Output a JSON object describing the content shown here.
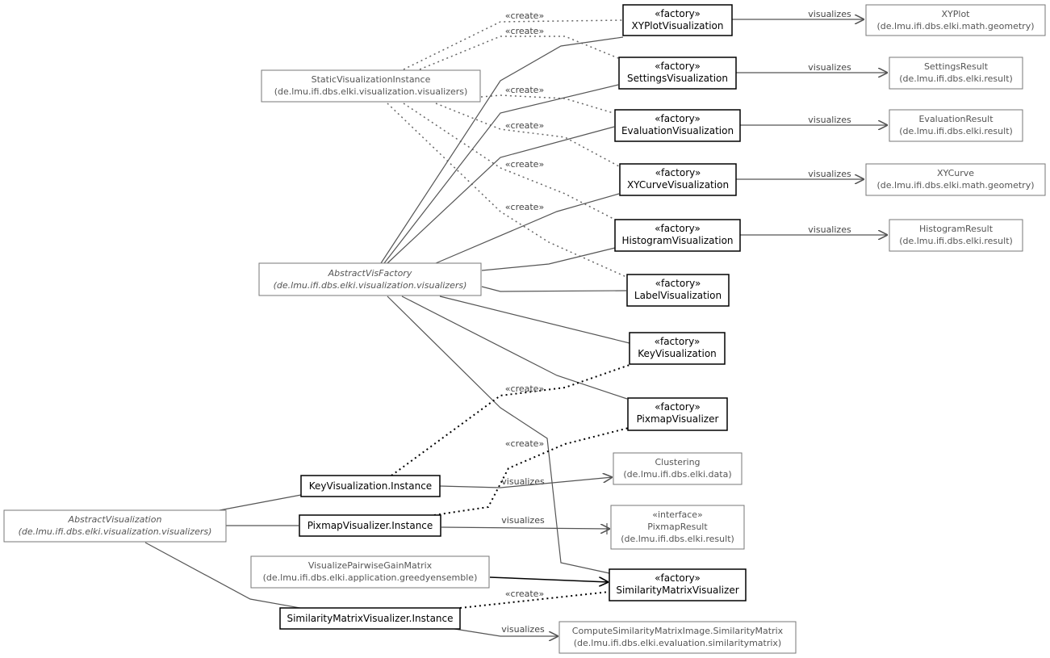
{
  "nodes": {
    "xyplot_vis": {
      "stereotype": "«factory»",
      "name": "XYPlotVisualization"
    },
    "xyplot": {
      "name": "XYPlot",
      "package": "(de.lmu.ifi.dbs.elki.math.geometry)"
    },
    "static_vis": {
      "name": "StaticVisualizationInstance",
      "package": "(de.lmu.ifi.dbs.elki.visualization.visualizers)"
    },
    "settings_vis": {
      "stereotype": "«factory»",
      "name": "SettingsVisualization"
    },
    "settings_result": {
      "name": "SettingsResult",
      "package": "(de.lmu.ifi.dbs.elki.result)"
    },
    "eval_vis": {
      "stereotype": "«factory»",
      "name": "EvaluationVisualization"
    },
    "eval_result": {
      "name": "EvaluationResult",
      "package": "(de.lmu.ifi.dbs.elki.result)"
    },
    "xycurve_vis": {
      "stereotype": "«factory»",
      "name": "XYCurveVisualization"
    },
    "xycurve": {
      "name": "XYCurve",
      "package": "(de.lmu.ifi.dbs.elki.math.geometry)"
    },
    "hist_vis": {
      "stereotype": "«factory»",
      "name": "HistogramVisualization"
    },
    "hist_result": {
      "name": "HistogramResult",
      "package": "(de.lmu.ifi.dbs.elki.result)"
    },
    "abstract_vis_factory": {
      "name": "AbstractVisFactory",
      "package": "(de.lmu.ifi.dbs.elki.visualization.visualizers)"
    },
    "label_vis": {
      "stereotype": "«factory»",
      "name": "LabelVisualization"
    },
    "key_vis": {
      "stereotype": "«factory»",
      "name": "KeyVisualization"
    },
    "pixmap_vis": {
      "stereotype": "«factory»",
      "name": "PixmapVisualizer"
    },
    "clustering": {
      "name": "Clustering",
      "package": "(de.lmu.ifi.dbs.elki.data)"
    },
    "key_inst": {
      "name": "KeyVisualization.Instance"
    },
    "abstract_vis": {
      "name": "AbstractVisualization",
      "package": "(de.lmu.ifi.dbs.elki.visualization.visualizers)"
    },
    "pixmap_inst": {
      "name": "PixmapVisualizer.Instance"
    },
    "pixmap_result": {
      "stereotype": "«interface»",
      "name": "PixmapResult",
      "package": "(de.lmu.ifi.dbs.elki.result)"
    },
    "vpgm": {
      "name": "VisualizePairwiseGainMatrix",
      "package": "(de.lmu.ifi.dbs.elki.application.greedyensemble)"
    },
    "sim_vis": {
      "stereotype": "«factory»",
      "name": "SimilarityMatrixVisualizer"
    },
    "sim_inst": {
      "name": "SimilarityMatrixVisualizer.Instance"
    },
    "sim_matrix": {
      "name": "ComputeSimilarityMatrixImage.SimilarityMatrix",
      "package": "(de.lmu.ifi.dbs.elki.evaluation.similaritymatrix)"
    }
  },
  "edge_labels": {
    "create": "«create»",
    "visualizes": "visualizes"
  }
}
